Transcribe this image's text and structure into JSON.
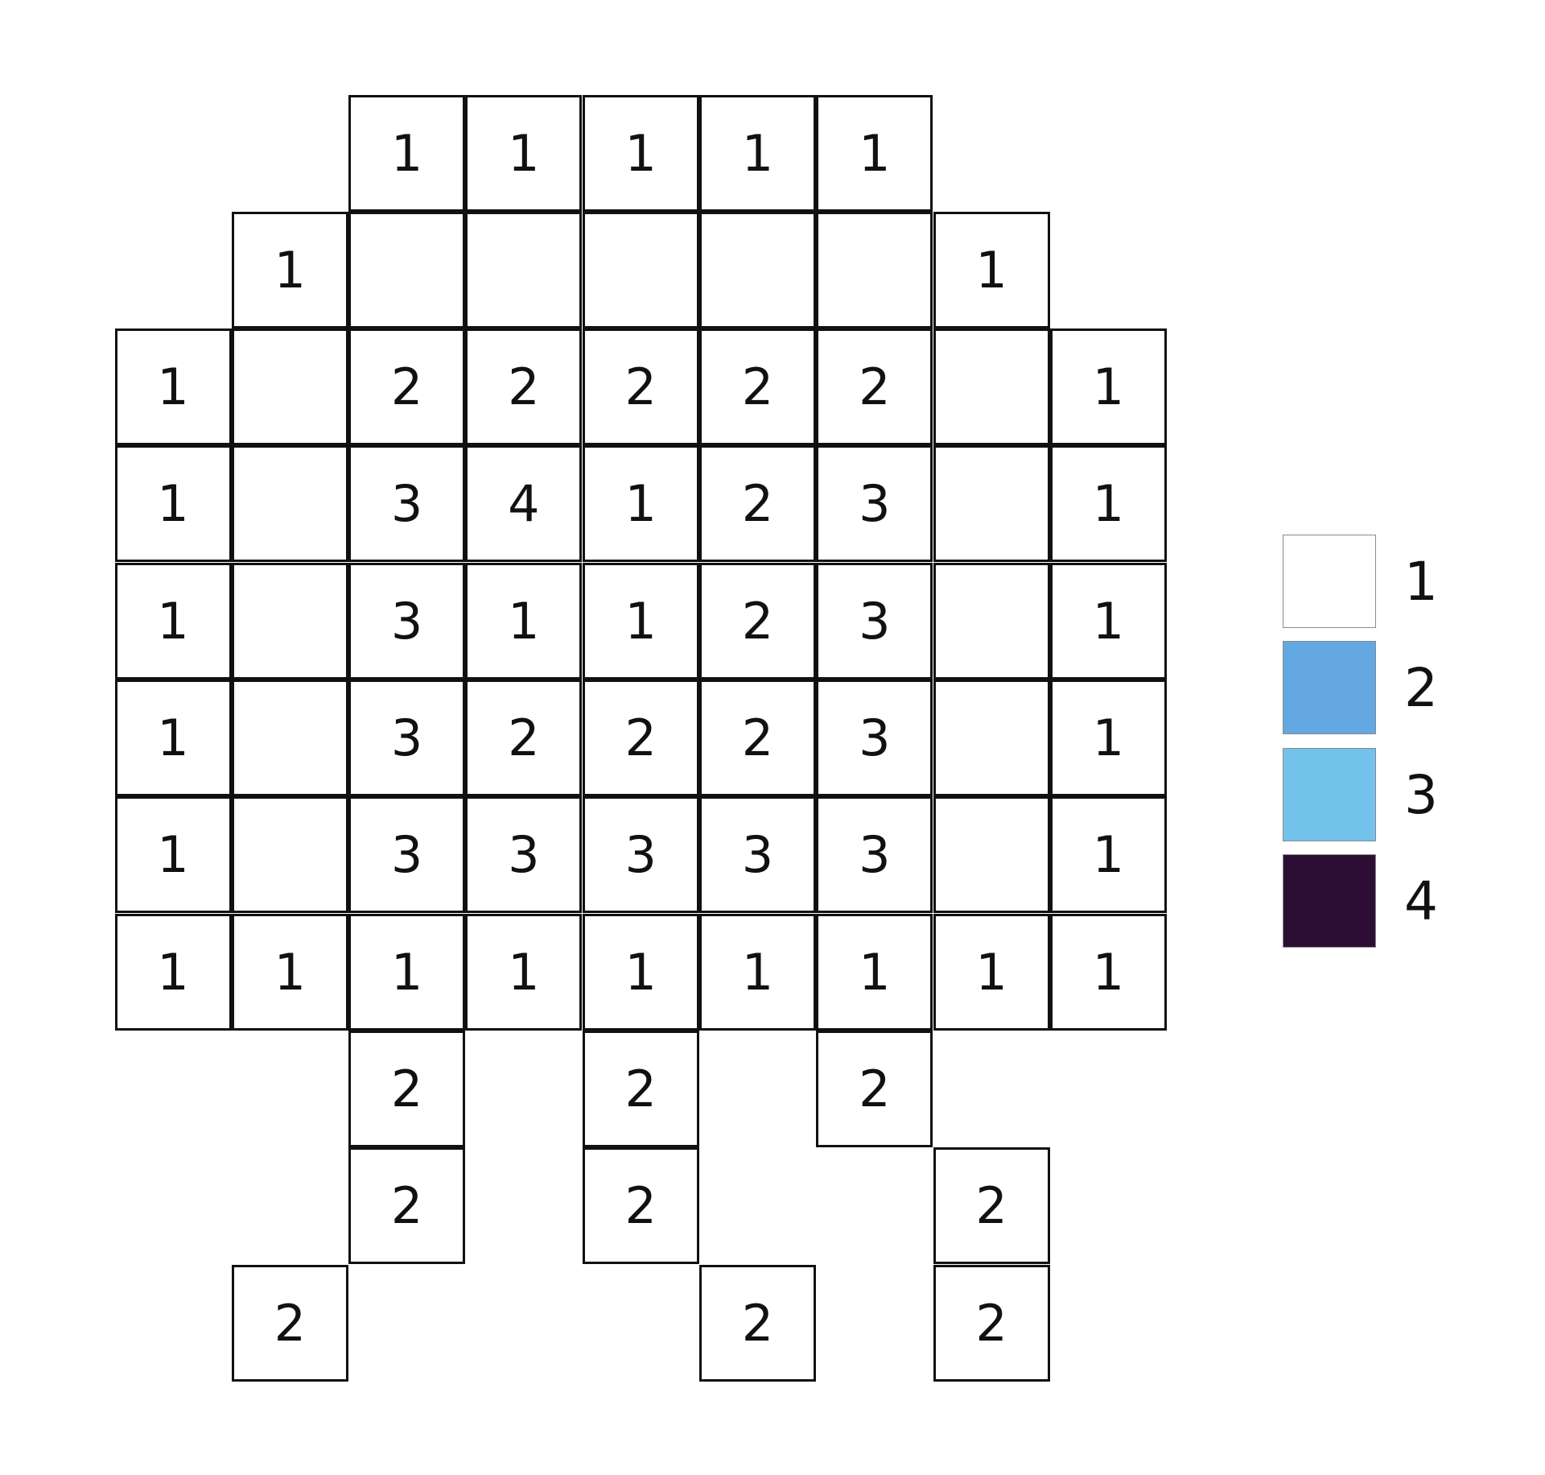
{
  "grid": {
    "rows": [
      [
        null,
        null,
        "1",
        "1",
        "1",
        "1",
        "1",
        null,
        null
      ],
      [
        null,
        "1",
        "",
        "",
        "",
        "",
        "",
        "1",
        null
      ],
      [
        "1",
        "",
        "2",
        "2",
        "2",
        "2",
        "2",
        "",
        "1"
      ],
      [
        "1",
        "",
        "3",
        "4",
        "1",
        "2",
        "3",
        "",
        "1"
      ],
      [
        "1",
        "",
        "3",
        "1",
        "1",
        "2",
        "3",
        "",
        "1"
      ],
      [
        "1",
        "",
        "3",
        "2",
        "2",
        "2",
        "3",
        "",
        "1"
      ],
      [
        "1",
        "",
        "3",
        "3",
        "3",
        "3",
        "3",
        "",
        "1"
      ],
      [
        "1",
        "1",
        "1",
        "1",
        "1",
        "1",
        "1",
        "1",
        "1"
      ],
      [
        null,
        null,
        "2",
        null,
        "2",
        null,
        "2",
        null,
        null
      ],
      [
        null,
        null,
        "2",
        null,
        "2",
        null,
        null,
        "2",
        null
      ],
      [
        null,
        "2",
        null,
        null,
        null,
        "2",
        null,
        "2",
        null
      ]
    ]
  },
  "legend": [
    {
      "label": "1",
      "color": "#ffffff"
    },
    {
      "label": "2",
      "color": "#63a8e3"
    },
    {
      "label": "3",
      "color": "#72c2ec"
    },
    {
      "label": "4",
      "color": "#2c0e35"
    }
  ]
}
